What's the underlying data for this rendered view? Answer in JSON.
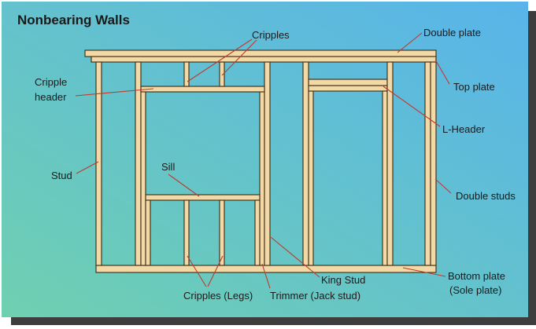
{
  "title": "Nonbearing Walls",
  "labels": {
    "cripples_top": "Cripples",
    "double_plate": "Double plate",
    "top_plate": "Top plate",
    "cripple_header_1": "Cripple",
    "cripple_header_2": "header",
    "l_header": "L-Header",
    "stud": "Stud",
    "sill": "Sill",
    "double_studs": "Double studs",
    "bottom_plate_1": "Bottom plate",
    "bottom_plate_2": "(Sole plate)",
    "king_stud": "King Stud",
    "cripples_legs": "Cripples (Legs)",
    "trimmer": "Trimmer (Jack stud)"
  },
  "colors": {
    "background_start": "#6ecfb3",
    "background_end": "#5ab6e6",
    "shadow": "#3d3d3d",
    "wood": "#f3d9a6",
    "outline": "#3a2a14",
    "leader": "#c0392b"
  }
}
